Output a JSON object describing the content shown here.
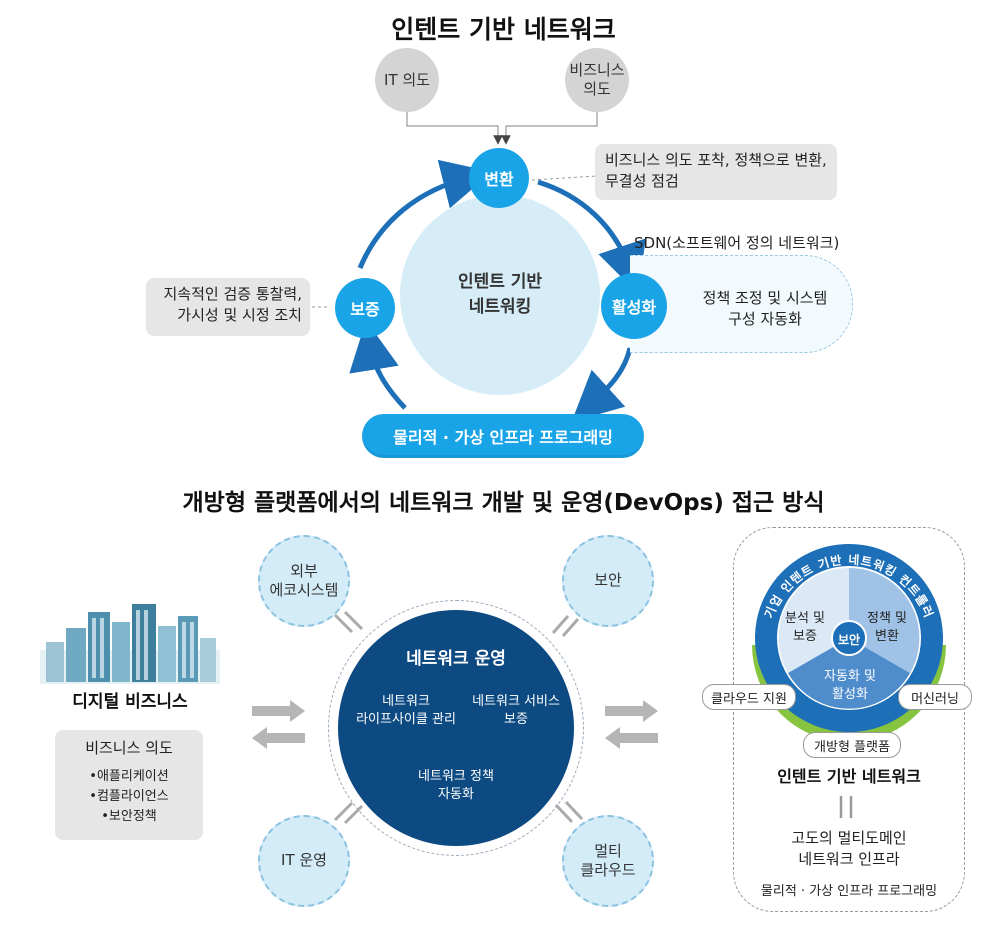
{
  "top": {
    "title": "인텐트 기반 네트워크",
    "it_intent": "IT 의도",
    "biz_intent_l1": "비즈니스",
    "biz_intent_l2": "의도",
    "node_transform": "변환",
    "node_activate": "활성화",
    "node_assure": "보증",
    "center_l1": "인텐트 기반",
    "center_l2": "네트워킹",
    "note_transform_l1": "비즈니스 의도 포착, 정책으로 변환,",
    "note_transform_l2": "무결성 점검",
    "sdn_label": "SDN(소프트웨어 정의 네트워크)",
    "note_activate_l1": "정책 조정 및 시스템",
    "note_activate_l2": "구성 자동화",
    "note_assure_l1": "지속적인 검증 통찰력,",
    "note_assure_l2": "가시성 및 시정 조치",
    "infra_bar": "물리적 · 가상 인프라 프로그래밍"
  },
  "bottom": {
    "title": "개방형 플랫폼에서의 네트워크 개발 및 운영(DevOps) 접근 방식",
    "digital_business": "디지털 비즈니스",
    "biz_box_title": "비즈니스 의도",
    "biz_box_items": [
      "•애플리케이션",
      "•컴플라이언스",
      "•보안정책"
    ],
    "ext_eco_l1": "외부",
    "ext_eco_l2": "에코시스템",
    "security": "보안",
    "it_ops": "IT 운영",
    "multi_cloud_l1": "멀티",
    "multi_cloud_l2": "클라우드",
    "net_ops_title": "네트워크 운영",
    "lifecycle_l1": "네트워크",
    "lifecycle_l2": "라이프사이클 관리",
    "service_assure_l1": "네트워크 서비스",
    "service_assure_l2": "보증",
    "policy_auto_l1": "네트워크 정책",
    "policy_auto_l2": "자동화",
    "ring_text": "기업 인텐트 기반 네트워킹 컨트롤러",
    "seg_analysis_l1": "분석 및",
    "seg_analysis_l2": "보증",
    "seg_policy_l1": "정책 및",
    "seg_policy_l2": "변환",
    "seg_center": "보안",
    "seg_auto_l1": "자동화 및",
    "seg_auto_l2": "활성화",
    "cloud_support": "클라우드 지원",
    "machine_learning": "머신러닝",
    "open_platform": "개방형 플랫폼",
    "ibn_label": "인텐트 기반 네트워크",
    "adv_infra_l1": "고도의 멀티도메인",
    "adv_infra_l2": "네트워크 인프라",
    "phys_infra": "물리적 · 가상 인프라 프로그래밍"
  },
  "colors": {
    "accent_blue": "#1aa4e8",
    "dark_navy": "#0d4a82",
    "ring_blue": "#1d6fb8",
    "green": "#86c440",
    "gray": "#d4d4d4"
  }
}
